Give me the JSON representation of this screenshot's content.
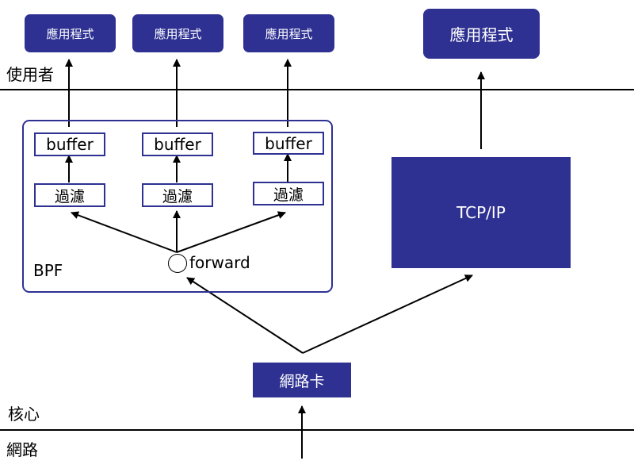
{
  "layers": {
    "user": "使用者",
    "kernel": "核心",
    "network": "網路"
  },
  "applications": [
    "應用程式",
    "應用程式",
    "應用程式",
    "應用程式"
  ],
  "bpf": {
    "label": "BPF",
    "buffers": [
      "buffer",
      "buffer",
      "buffer"
    ],
    "filters": [
      "過濾",
      "過濾",
      "過濾"
    ],
    "forward_label": "forward"
  },
  "tcpip": {
    "label": "TCP/IP"
  },
  "nic": {
    "label": "網路卡"
  },
  "colors": {
    "box_fill": "#2e3192",
    "box_text": "#ffffff",
    "line": "#000000"
  }
}
